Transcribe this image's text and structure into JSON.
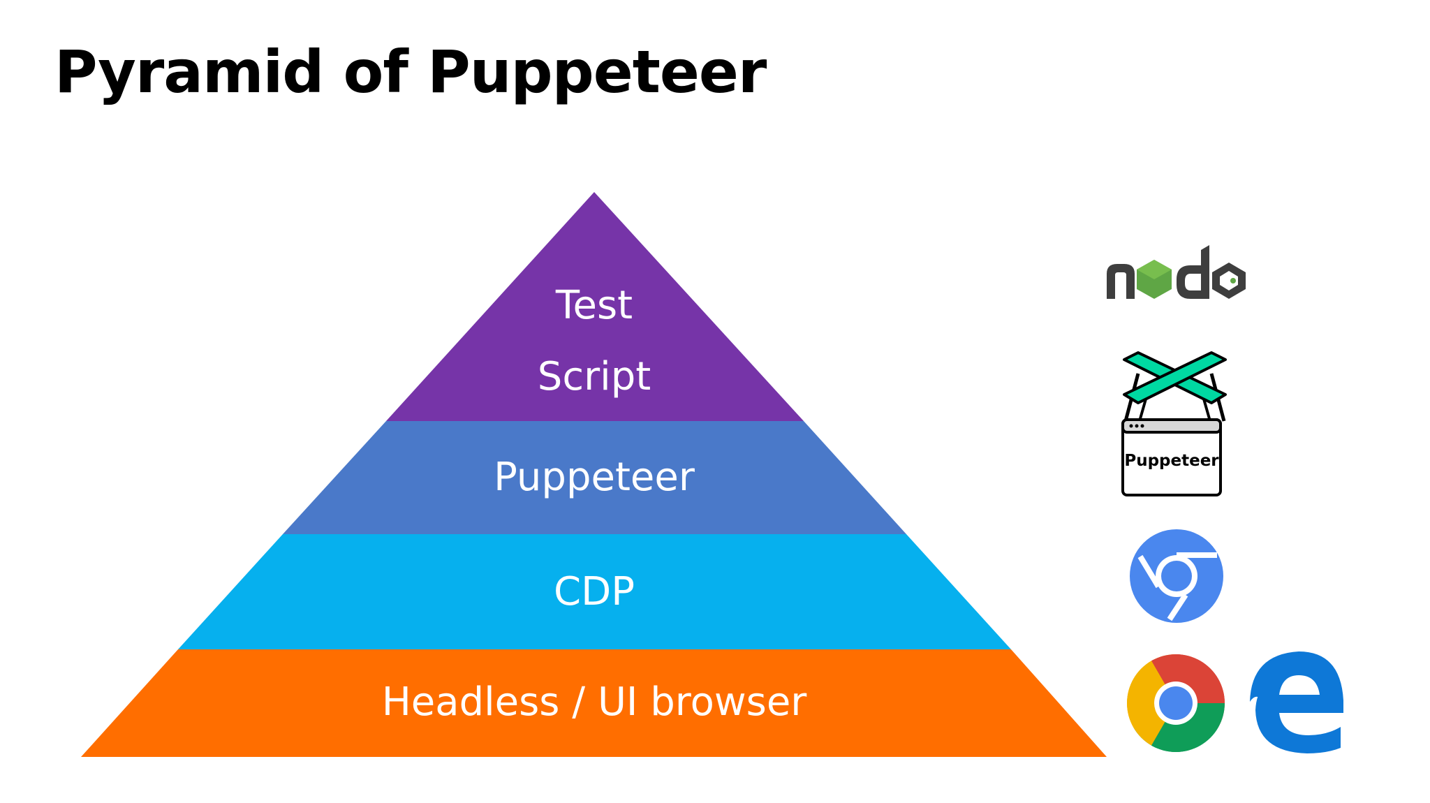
{
  "slide": {
    "title": "Pyramid of Puppeteer"
  },
  "pyramid": {
    "layers": [
      {
        "lines": [
          "Test",
          "Script"
        ],
        "color": "#7634A8"
      },
      {
        "lines": [
          "Puppeteer"
        ],
        "color": "#4A79C9"
      },
      {
        "lines": [
          "CDP"
        ],
        "color": "#06B0EE"
      },
      {
        "lines": [
          "Headless / UI browser"
        ],
        "color": "#FF6E00"
      }
    ]
  },
  "logos": {
    "node": {
      "icon": "nodejs-logo",
      "text": "node",
      "dark": "#3E3E3E",
      "green": "#5FA645"
    },
    "puppeteer": {
      "icon": "puppeteer-logo",
      "label": "Puppeteer",
      "accent": "#00D8A2"
    },
    "chromium": {
      "icon": "chromium-logo",
      "blue": "#4A87EE"
    },
    "chrome": {
      "icon": "chrome-logo"
    },
    "edge": {
      "icon": "edge-logo",
      "blue": "#0E78D7"
    }
  }
}
